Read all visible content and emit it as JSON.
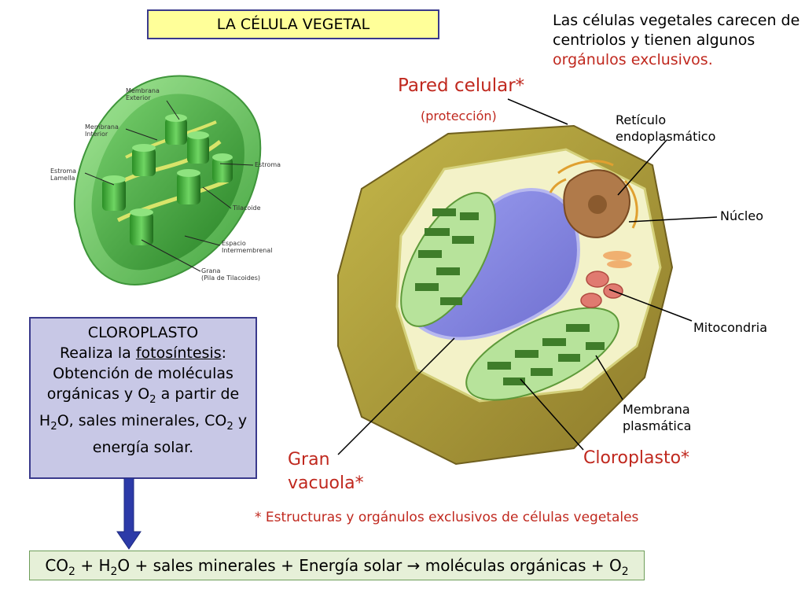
{
  "title": "LA CÉLULA VEGETAL",
  "intro": {
    "part1": "Las células vegetales carecen de centriolos y tienen algunos ",
    "highlight": "orgánulos exclusivos.",
    "highlight_color": "#c0281e"
  },
  "chloroplast_diagram": {
    "labels": [
      "Membrana",
      "Exterior",
      "Membrana",
      "Interior",
      "Estroma",
      "Lamella",
      "Estroma",
      "Tilacoide",
      "Espacio",
      "Intermembrenal",
      "Grana",
      "(Pila de Tilacoides)"
    ]
  },
  "cell_labels": {
    "pared": "Pared celular*",
    "proteccion": "(protección)",
    "reticulo_1": "Retículo",
    "reticulo_2": "endoplasmático",
    "nucleo": "Núcleo",
    "mitocondria": "Mitocondria",
    "membrana_1": "Membrana",
    "membrana_2": "plasmática",
    "cloroplasto": "Cloroplasto*",
    "vacuola_1": "Gran",
    "vacuola_2": "vacuola*"
  },
  "chloroplast_box": {
    "heading": "CLOROPLASTO",
    "line2_pre": "Realiza la ",
    "line2_word": "fotosíntesis",
    "line2_post": ":",
    "line3a": "Obtención de moléculas orgánicas y O",
    "line3b": " a partir de H",
    "line3c": "O, sales minerales, CO",
    "line3d": " y energía solar.",
    "sub2": "2"
  },
  "footnote": "* Estructuras y orgánulos exclusivos de células vegetales",
  "equation": {
    "p1": "CO",
    "p2": " + H",
    "p3": "O + sales minerales + Energía solar → moléculas orgánicas + O",
    "sub2": "2"
  },
  "colors": {
    "title_bg": "#ffff99",
    "box_bg": "#c8c8e6",
    "equation_bg": "#e6f0d8",
    "label_red": "#c0281e",
    "arrow": "#2c3aa8"
  }
}
